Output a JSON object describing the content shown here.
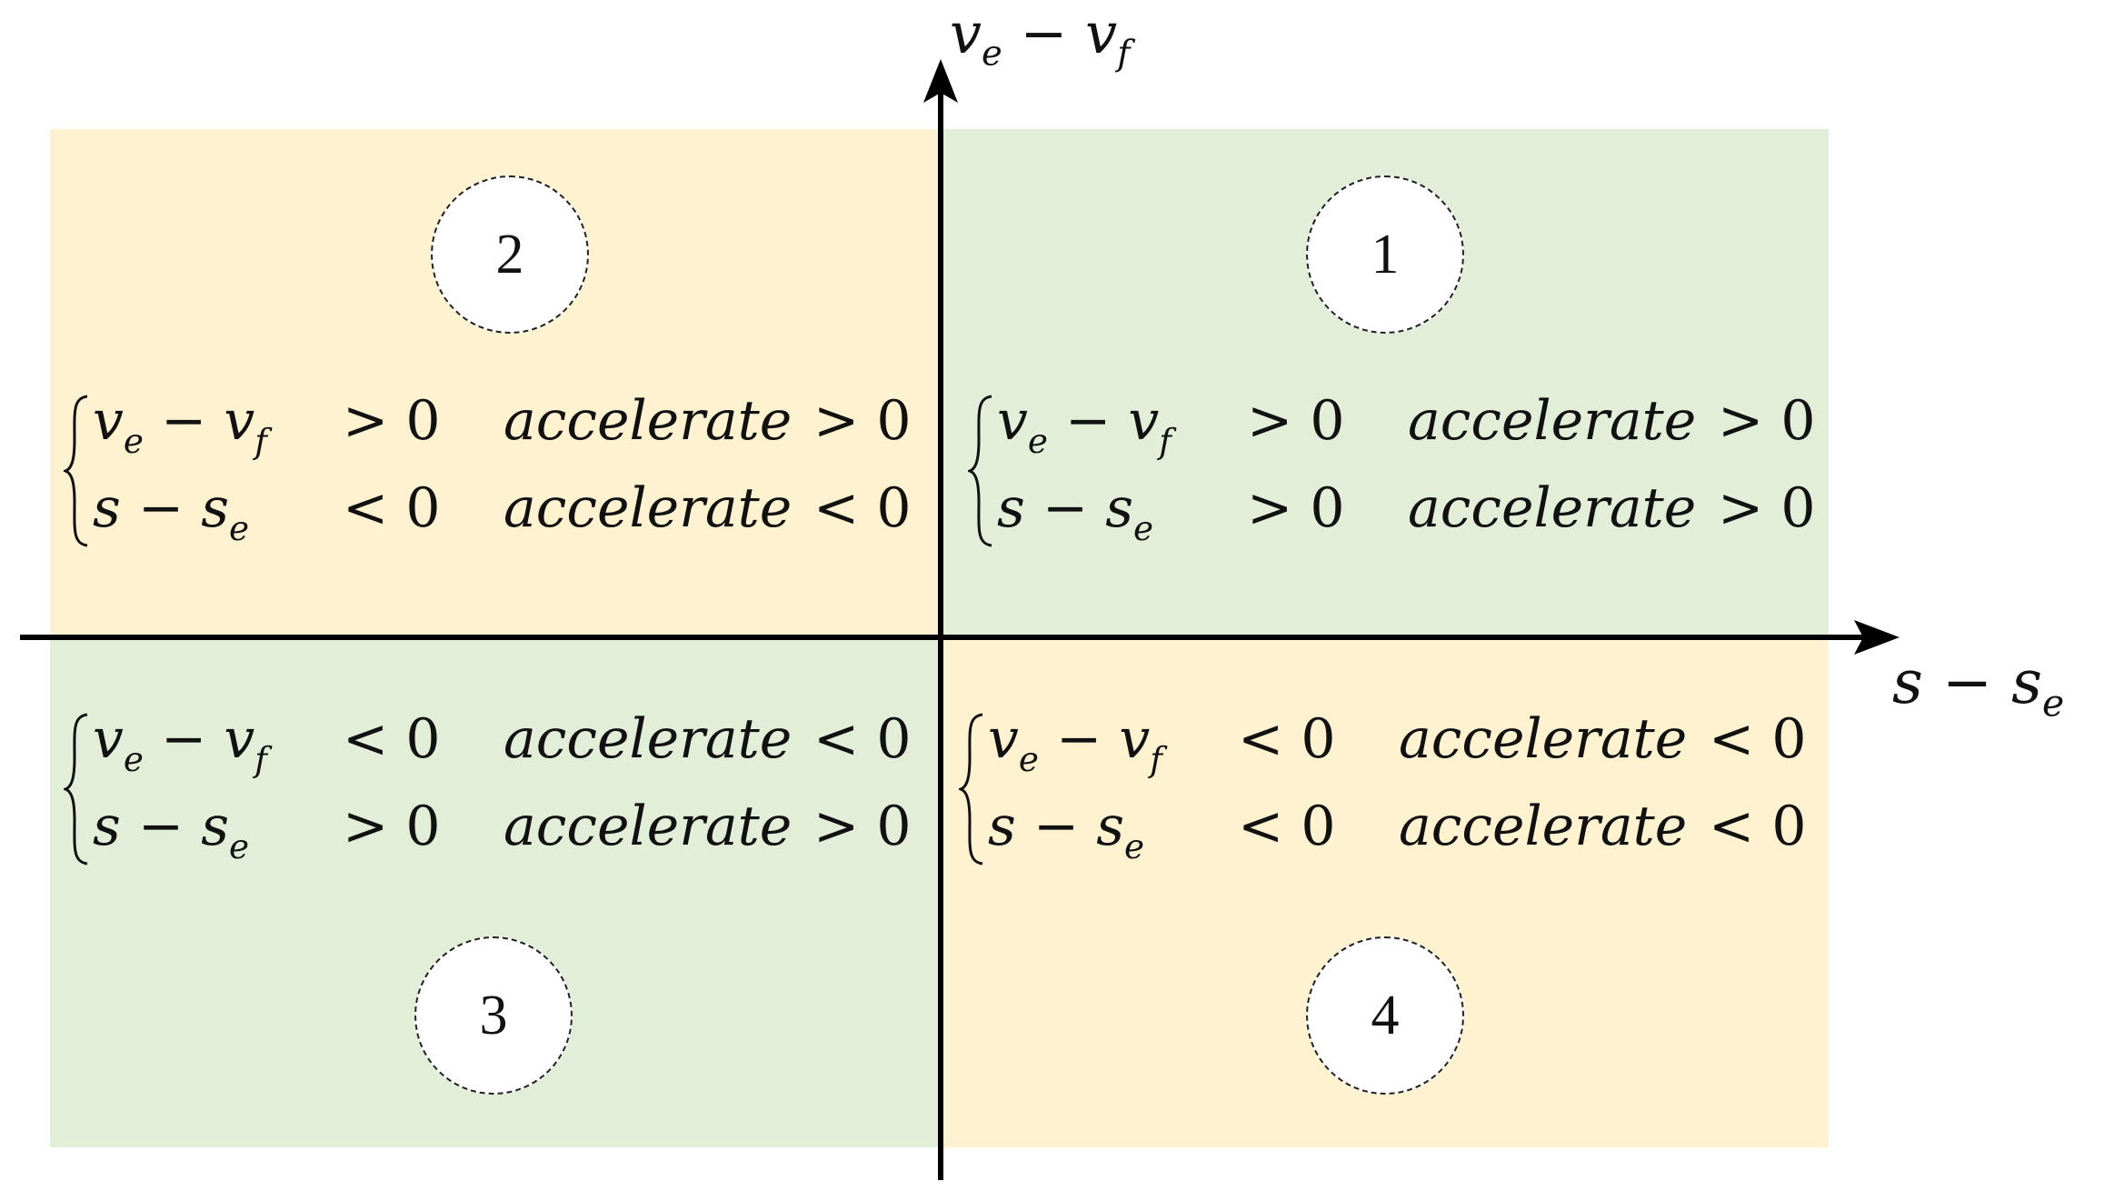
{
  "colors": {
    "orange_region": "#fff2d0",
    "green_region": "#e3eed9",
    "axis": "#000000"
  },
  "axes": {
    "y_label_main": "v",
    "y_label_sub1": "e",
    "y_label_minus": " − ",
    "y_label_main2": "v",
    "y_label_sub2": "f",
    "x_label_main": "s − s",
    "x_label_sub": "e"
  },
  "quadrants": {
    "q1": {
      "number": "1",
      "row1": {
        "var": "v",
        "sub1": "e",
        "mid": " − v",
        "sub2": "f",
        "rel": "> 0",
        "acc": "accelerate",
        "rel2": "> 0"
      },
      "row2": {
        "var": "s − s",
        "sub1": "e",
        "rel": "> 0",
        "acc": "accelerate",
        "rel2": "> 0"
      }
    },
    "q2": {
      "number": "2",
      "row1": {
        "var": "v",
        "sub1": "e",
        "mid": " − v",
        "sub2": "f",
        "rel": "> 0",
        "acc": "accelerate",
        "rel2": "> 0"
      },
      "row2": {
        "var": "s − s",
        "sub1": "e",
        "rel": "< 0",
        "acc": "accelerate",
        "rel2": "< 0"
      }
    },
    "q3": {
      "number": "3",
      "row1": {
        "var": "v",
        "sub1": "e",
        "mid": " − v",
        "sub2": "f",
        "rel": "< 0",
        "acc": "accelerate",
        "rel2": "< 0"
      },
      "row2": {
        "var": "s − s",
        "sub1": "e",
        "rel": "> 0",
        "acc": "accelerate",
        "rel2": "> 0"
      }
    },
    "q4": {
      "number": "4",
      "row1": {
        "var": "v",
        "sub1": "e",
        "mid": " − v",
        "sub2": "f",
        "rel": "< 0",
        "acc": "accelerate",
        "rel2": "< 0"
      },
      "row2": {
        "var": "s − s",
        "sub1": "e",
        "rel": "< 0",
        "acc": "accelerate",
        "rel2": "< 0"
      }
    }
  }
}
